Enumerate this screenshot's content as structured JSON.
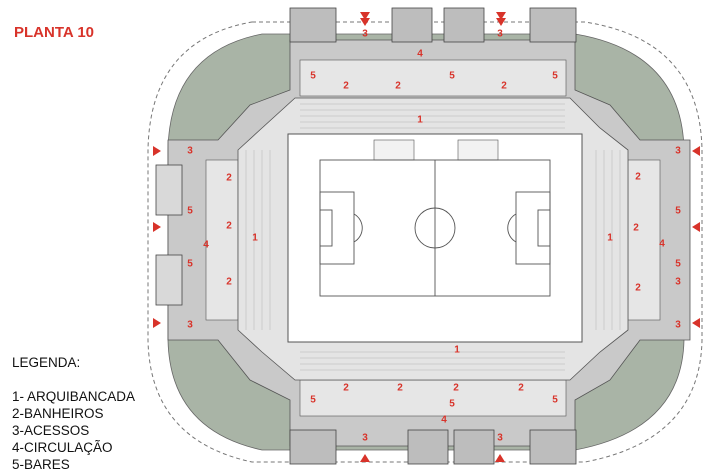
{
  "title": "PLANTA  10",
  "legend": {
    "heading": "LEGENDA:",
    "items": [
      "1- ARQUIBANCADA",
      "2-BANHEIROS",
      "3-ACESSOS",
      "4-CIRCULAÇÃO",
      "5-BARES"
    ]
  },
  "colors": {
    "accent": "#d8332a",
    "concourse": "#c8c8c8",
    "stands": "#e3e3e3",
    "greenery": "#a8b3a5",
    "line": "#555555"
  },
  "labels": {
    "stand": "1",
    "toilet": "2",
    "access": "3",
    "circulation": "4",
    "bar": "5"
  }
}
